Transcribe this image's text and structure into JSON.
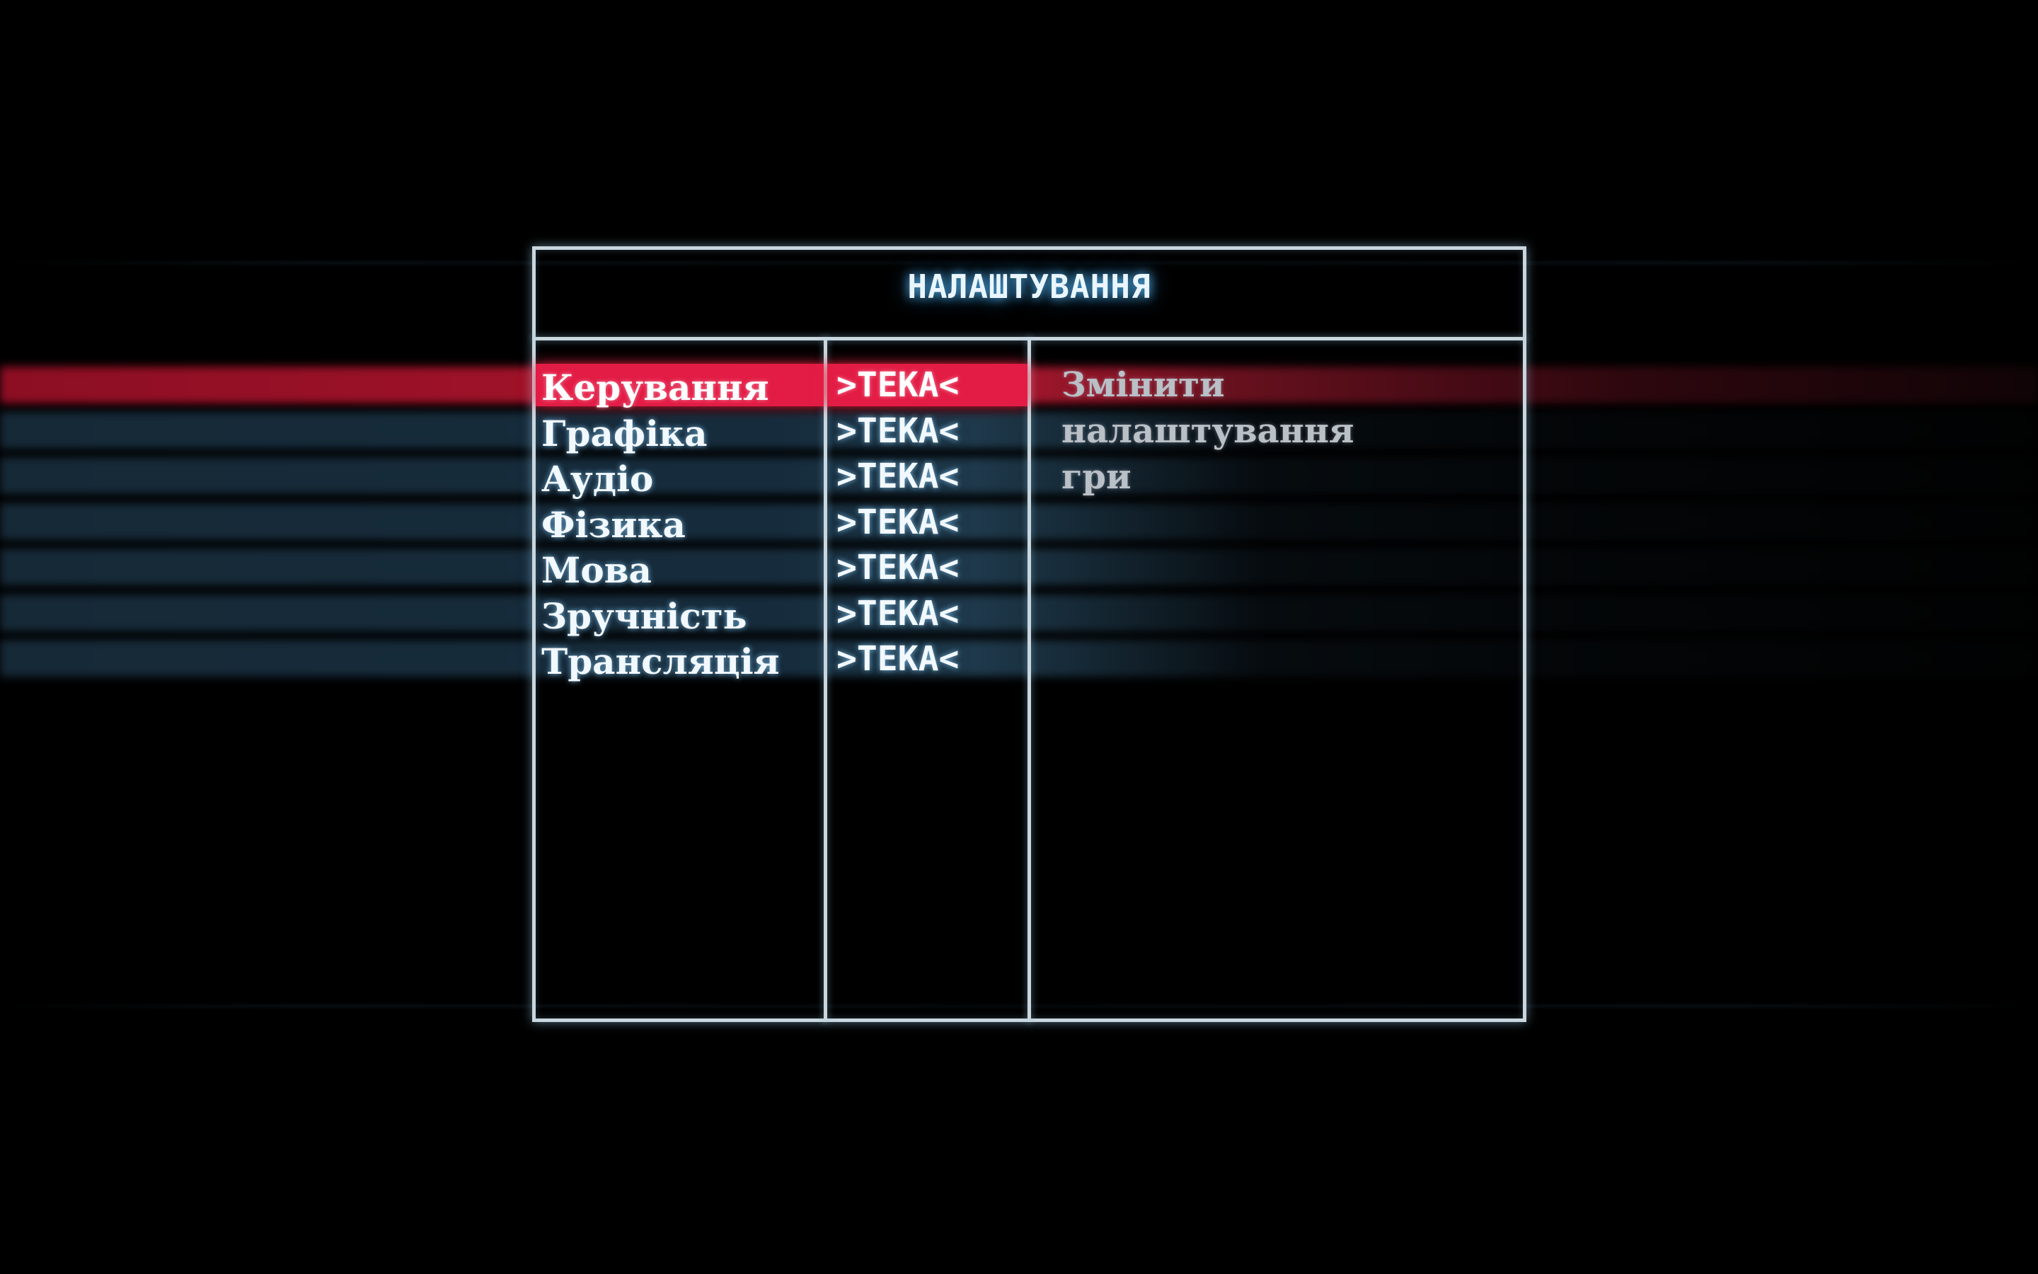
{
  "window": {
    "title": "НАЛАШТУВАННЯ"
  },
  "menu": {
    "items": [
      {
        "label": "Керування",
        "value": ">ТЕКА<",
        "selected": true
      },
      {
        "label": "Графіка",
        "value": ">ТЕКА<",
        "selected": false
      },
      {
        "label": "Аудіо",
        "value": ">ТЕКА<",
        "selected": false
      },
      {
        "label": "Фізика",
        "value": ">ТЕКА<",
        "selected": false
      },
      {
        "label": "Мова",
        "value": ">ТЕКА<",
        "selected": false
      },
      {
        "label": "Зручність",
        "value": ">ТЕКА<",
        "selected": false
      },
      {
        "label": "Трансляція",
        "value": ">ТЕКА<",
        "selected": false
      }
    ]
  },
  "description": {
    "line1": "Змінити налаштування",
    "line2": "гри"
  },
  "colors": {
    "background": "#000000",
    "frame": "#c9d6de",
    "title_glow": "#5abeff",
    "selection": "#e21c45",
    "text": "#f2f8ff",
    "description_text": "#b9c0c6"
  }
}
